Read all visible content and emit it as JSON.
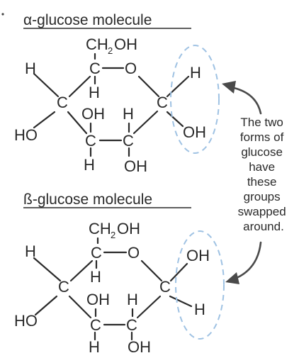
{
  "alpha": {
    "title": "α-glucose molecule",
    "atoms": {
      "ch2oh_c": "CH",
      "ch2oh_sub": "2",
      "ch2oh_oh": "OH",
      "c5": "C",
      "ring_o": "O",
      "h5": "H",
      "c4": "C",
      "h4": "H",
      "ho4": "HO",
      "c3": "C",
      "oh3": "OH",
      "h3": "H",
      "c2": "C",
      "h2": "H",
      "oh2": "OH",
      "c1": "C",
      "h1": "H",
      "oh1": "OH"
    }
  },
  "beta": {
    "title": "ß-glucose molecule",
    "atoms": {
      "ch2oh_c": "CH",
      "ch2oh_sub": "2",
      "ch2oh_oh": "OH",
      "c5": "C",
      "ring_o": "O",
      "h5": "H",
      "c4": "C",
      "h4": "H",
      "ho4": "HO",
      "c3": "C",
      "oh3": "OH",
      "h3": "H",
      "c2": "C",
      "h2": "H",
      "oh2": "OH",
      "c1": "C",
      "oh1": "OH",
      "h1": "H"
    }
  },
  "annotation": {
    "lines": [
      "The two",
      "forms of",
      "glucose",
      "have",
      "these",
      "groups",
      "swapped",
      "around."
    ]
  }
}
